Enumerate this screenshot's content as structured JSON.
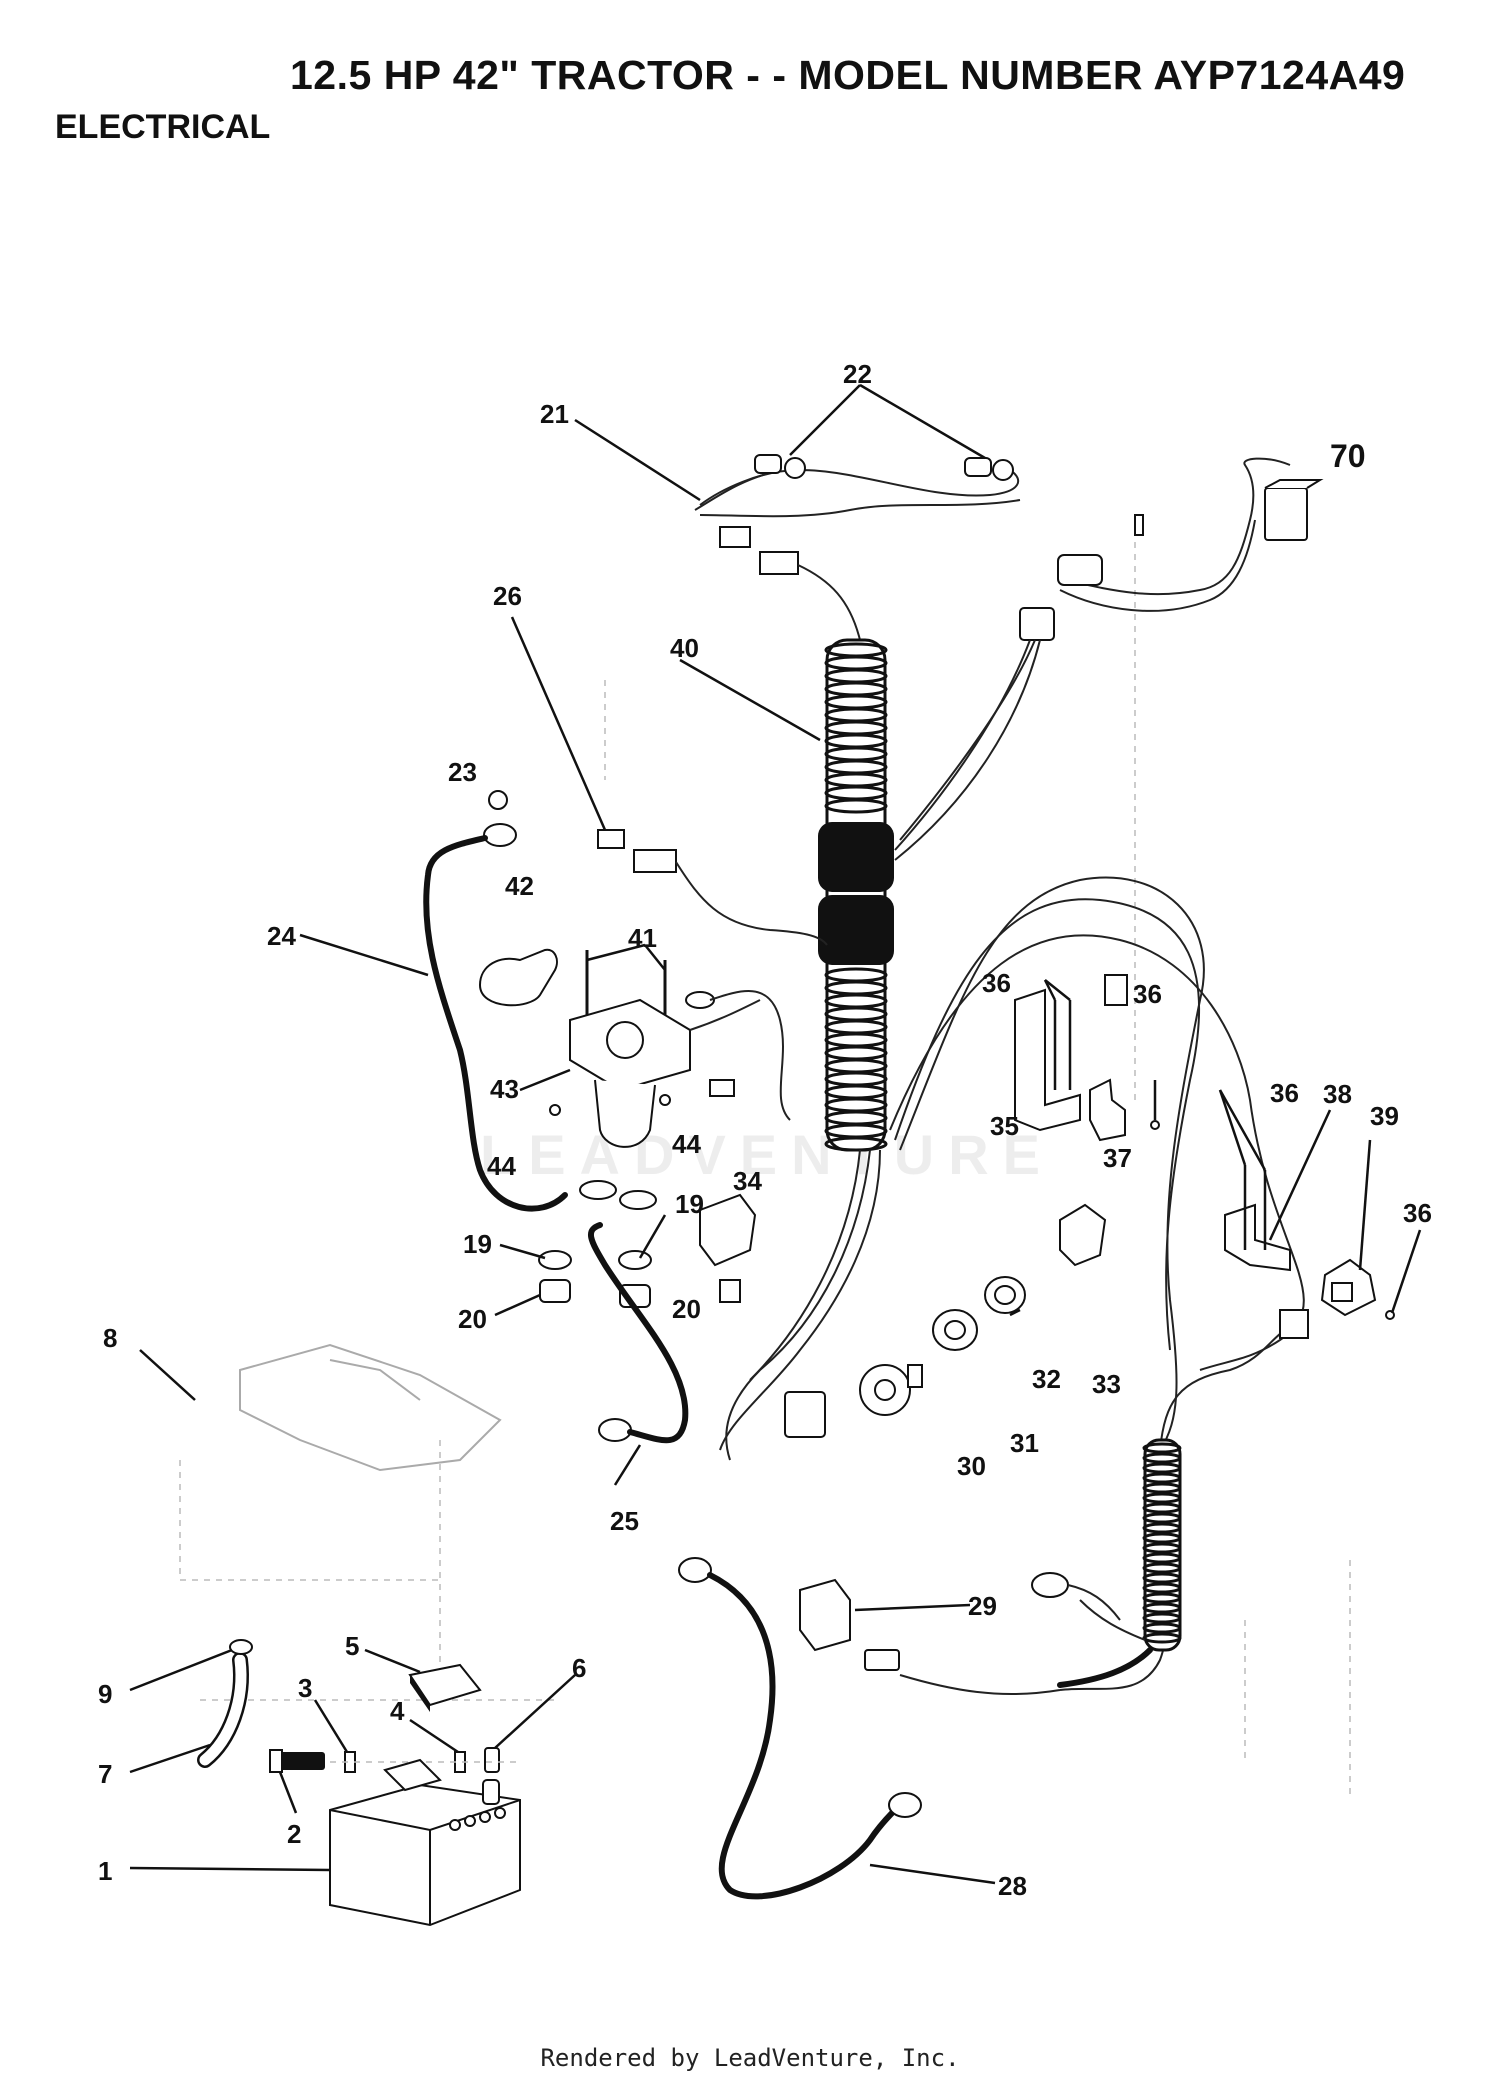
{
  "header": {
    "title": "12.5 HP 42\" TRACTOR - - MODEL NUMBER AYP7124A49",
    "section": "ELECTRICAL"
  },
  "watermark": "LEADVENTURE",
  "footer": "Rendered by LeadVenture, Inc.",
  "callouts": [
    {
      "id": "c22",
      "label": "22"
    },
    {
      "id": "c21",
      "label": "21"
    },
    {
      "id": "c70",
      "label": "70"
    },
    {
      "id": "c26",
      "label": "26"
    },
    {
      "id": "c40",
      "label": "40"
    },
    {
      "id": "c23",
      "label": "23"
    },
    {
      "id": "c42",
      "label": "42"
    },
    {
      "id": "c24",
      "label": "24"
    },
    {
      "id": "c41",
      "label": "41"
    },
    {
      "id": "c43",
      "label": "43"
    },
    {
      "id": "c44a",
      "label": "44"
    },
    {
      "id": "c44b",
      "label": "44"
    },
    {
      "id": "c36a",
      "label": "36"
    },
    {
      "id": "c36b",
      "label": "36"
    },
    {
      "id": "c35",
      "label": "35"
    },
    {
      "id": "c37",
      "label": "37"
    },
    {
      "id": "c36c",
      "label": "36"
    },
    {
      "id": "c38",
      "label": "38"
    },
    {
      "id": "c39",
      "label": "39"
    },
    {
      "id": "c36d",
      "label": "36"
    },
    {
      "id": "c34",
      "label": "34"
    },
    {
      "id": "c19a",
      "label": "19"
    },
    {
      "id": "c19b",
      "label": "19"
    },
    {
      "id": "c20a",
      "label": "20"
    },
    {
      "id": "c20b",
      "label": "20"
    },
    {
      "id": "c8",
      "label": "8"
    },
    {
      "id": "c32",
      "label": "32"
    },
    {
      "id": "c33",
      "label": "33"
    },
    {
      "id": "c31",
      "label": "31"
    },
    {
      "id": "c30",
      "label": "30"
    },
    {
      "id": "c25",
      "label": "25"
    },
    {
      "id": "c29",
      "label": "29"
    },
    {
      "id": "c5",
      "label": "5"
    },
    {
      "id": "c6",
      "label": "6"
    },
    {
      "id": "c9",
      "label": "9"
    },
    {
      "id": "c3",
      "label": "3"
    },
    {
      "id": "c4",
      "label": "4"
    },
    {
      "id": "c7",
      "label": "7"
    },
    {
      "id": "c2",
      "label": "2"
    },
    {
      "id": "c1",
      "label": "1"
    },
    {
      "id": "c28",
      "label": "28"
    }
  ]
}
